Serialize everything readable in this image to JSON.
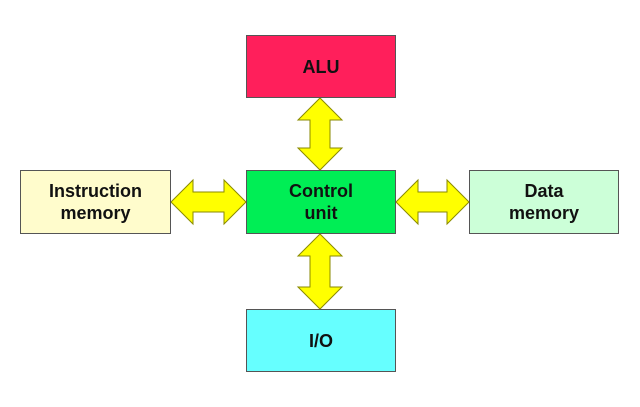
{
  "diagram": {
    "blocks": {
      "alu": {
        "label": "ALU",
        "color": "#ff1f5b"
      },
      "control": {
        "label": "Control\nunit",
        "color": "#00ee55"
      },
      "instr": {
        "label": "Instruction\nmemory",
        "color": "#fffccc"
      },
      "data": {
        "label": "Data\nmemory",
        "color": "#ccffd8"
      },
      "io": {
        "label": "I/O",
        "color": "#66ffff"
      }
    },
    "arrows": [
      {
        "from": "control",
        "to": "alu",
        "direction": "bidirectional"
      },
      {
        "from": "control",
        "to": "instr",
        "direction": "bidirectional"
      },
      {
        "from": "control",
        "to": "data",
        "direction": "bidirectional"
      },
      {
        "from": "control",
        "to": "io",
        "direction": "bidirectional"
      }
    ],
    "arrow_fill": "#ffff00",
    "arrow_stroke": "#8a8a00",
    "block_border": "#555555"
  }
}
